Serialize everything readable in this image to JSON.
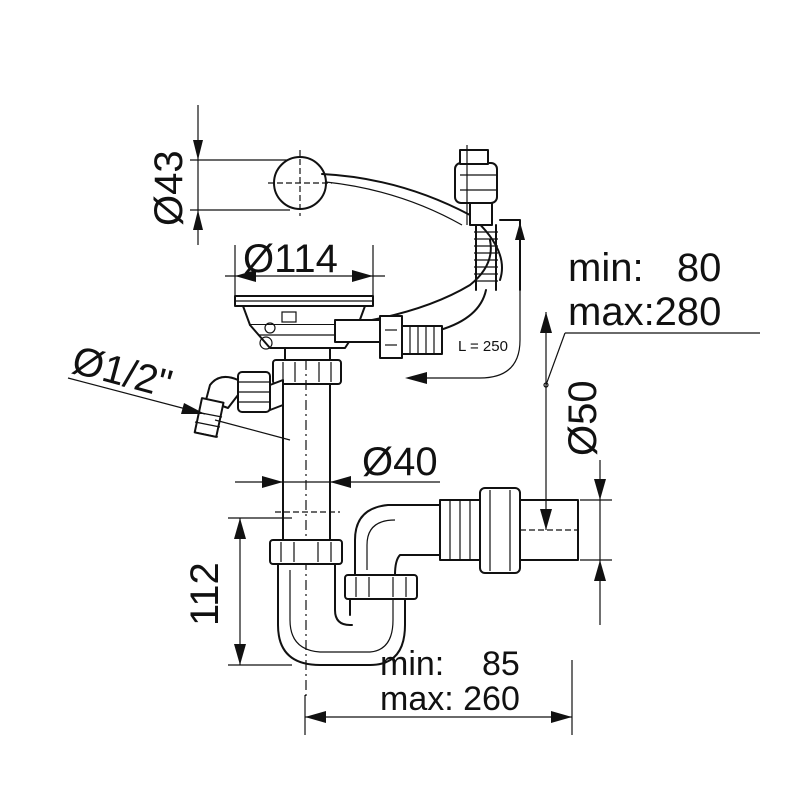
{
  "labels": {
    "d43": "Ø43",
    "d114": "Ø114",
    "d_half": "Ø1/2\"",
    "d40": "Ø40",
    "d50": "Ø50",
    "h112": "112",
    "cable_len": "L = 250",
    "top_min": "min:   80",
    "top_max": "max:280",
    "bottom_min": "min:    85",
    "bottom_max": "max: 260"
  }
}
